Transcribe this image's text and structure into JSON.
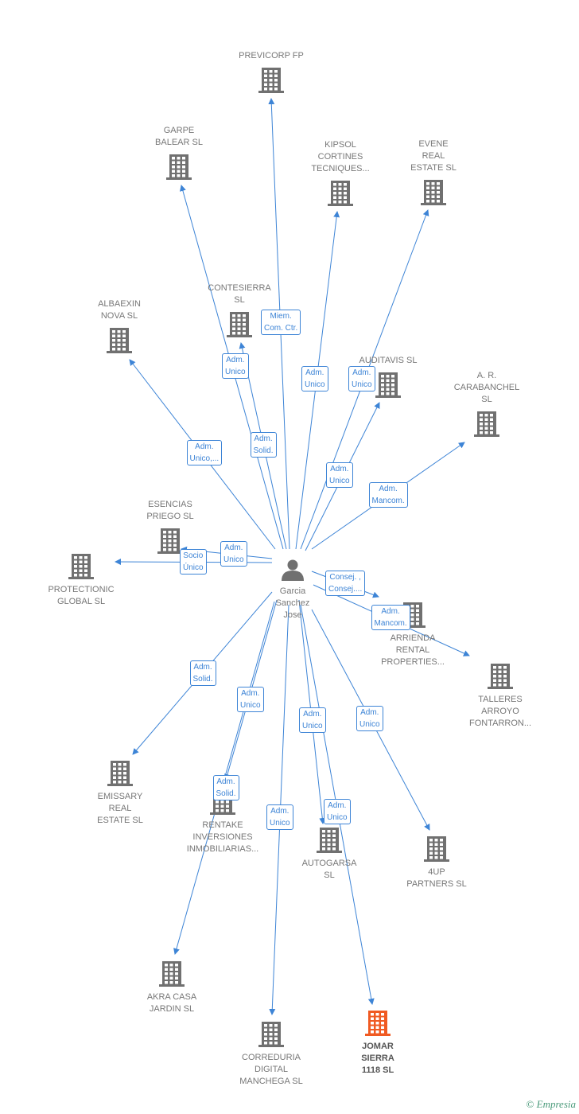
{
  "center": {
    "label": "Garcia\nSanchez\nJose",
    "icon": "person-icon"
  },
  "colors": {
    "edge": "#3d84d6",
    "building": "#707070",
    "highlight": "#f05a22",
    "text": "#777777"
  },
  "nodes": [
    {
      "id": "previcorp",
      "label": "PREVICORP FP",
      "icon": "building-icon"
    },
    {
      "id": "garpe",
      "label": "GARPE\nBALEAR SL",
      "icon": "building-icon"
    },
    {
      "id": "kipsol",
      "label": "KIPSOL\nCORTINES\nTECNIQUES...",
      "icon": "building-icon"
    },
    {
      "id": "evene",
      "label": "EVENE\nREAL\nESTATE  SL",
      "icon": "building-icon"
    },
    {
      "id": "contesierra",
      "label": "CONTESIERRA\nSL",
      "icon": "building-icon"
    },
    {
      "id": "albaexin",
      "label": "ALBAEXIN\nNOVA SL",
      "icon": "building-icon"
    },
    {
      "id": "auditavis",
      "label": "AUDITAVIS SL",
      "icon": "building-icon"
    },
    {
      "id": "carabanchel",
      "label": "A. R.\nCARABANCHEL\nSL",
      "icon": "building-icon"
    },
    {
      "id": "esencias",
      "label": "ESENCIAS\nPRIEGO  SL",
      "icon": "building-icon"
    },
    {
      "id": "protectionic",
      "label": "PROTECTIONIC\nGLOBAL  SL",
      "icon": "building-icon"
    },
    {
      "id": "arrienda",
      "label": "ARRIENDA\nRENTAL\nPROPERTIES...",
      "icon": "building-icon"
    },
    {
      "id": "talleres",
      "label": "TALLERES\nARROYO\nFONTARRON...",
      "icon": "building-icon"
    },
    {
      "id": "emissary",
      "label": "EMISSARY\nREAL\nESTATE  SL",
      "icon": "building-icon"
    },
    {
      "id": "rentake",
      "label": "RENTAKE\nINVERSIONES\nINMOBILIARIAS...",
      "icon": "building-icon"
    },
    {
      "id": "autogarsa",
      "label": "AUTOGARSA\nSL",
      "icon": "building-icon"
    },
    {
      "id": "fourup",
      "label": "4UP\nPARTNERS SL",
      "icon": "building-icon"
    },
    {
      "id": "akra",
      "label": "AKRA CASA\nJARDIN SL",
      "icon": "building-icon"
    },
    {
      "id": "correduria",
      "label": "CORREDURIA\nDIGITAL\nMANCHEGA SL",
      "icon": "building-icon"
    },
    {
      "id": "jomar",
      "label": "JOMAR\nSIERRA\n1118  SL",
      "icon": "building-icon",
      "highlight": true
    }
  ],
  "relations": [
    {
      "target": "previcorp",
      "label": "Miem.\nCom. Ctr."
    },
    {
      "target": "garpe",
      "label": "Adm.\nUnico"
    },
    {
      "target": "kipsol",
      "label": "Adm.\nUnico"
    },
    {
      "target": "evene",
      "label": "Adm.\nUnico"
    },
    {
      "target": "contesierra",
      "label": "Adm.\nSolid."
    },
    {
      "target": "albaexin",
      "label": "Adm.\nUnico,..."
    },
    {
      "target": "auditavis",
      "label": "Adm.\nUnico"
    },
    {
      "target": "carabanchel",
      "label": "Adm.\nMancom."
    },
    {
      "target": "esencias",
      "label": "Adm.\nUnico"
    },
    {
      "target": "protectionic",
      "label": "Socio\nÚnico"
    },
    {
      "target": "arrienda",
      "label": "Consej. ,\nConsej...."
    },
    {
      "target": "talleres",
      "label": "Adm.\nMancom."
    },
    {
      "target": "emissary",
      "label": "Adm.\nSolid."
    },
    {
      "target": "rentake",
      "label": "Adm.\nUnico"
    },
    {
      "target": "autogarsa",
      "label": "Adm.\nUnico"
    },
    {
      "target": "fourup",
      "label": "Adm.\nUnico"
    },
    {
      "target": "akra",
      "label": "Adm.\nSolid."
    },
    {
      "target": "correduria",
      "label": "Adm.\nUnico"
    },
    {
      "target": "jomar",
      "label": "Adm.\nUnico"
    }
  ],
  "footer": {
    "copyright": "©",
    "brand_initial": "E",
    "brand_rest": "mpresia"
  }
}
